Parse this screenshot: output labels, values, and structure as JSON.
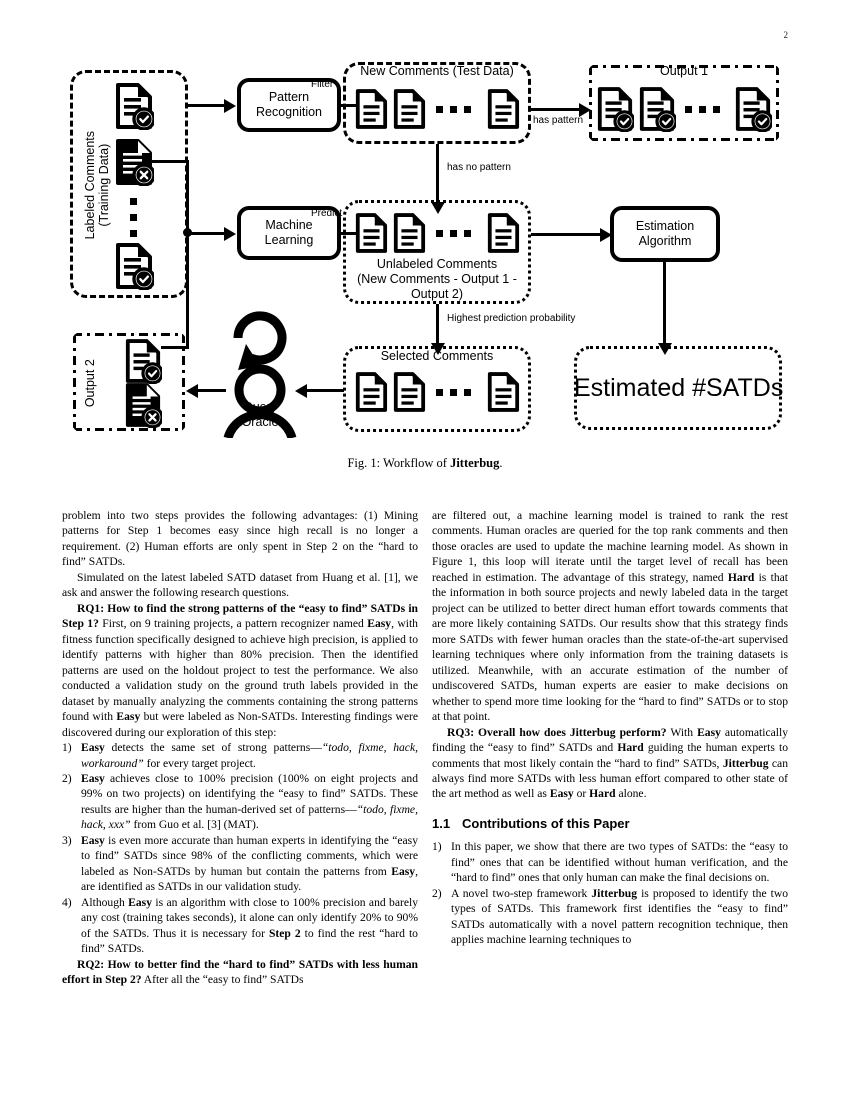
{
  "page": {
    "number": "2"
  },
  "figure": {
    "caption_prefix": "Fig. 1: Workflow of ",
    "caption_bold": "Jitterbug",
    "caption_suffix": ".",
    "groups": {
      "labeled_comments": "Labeled Comments\n(Training Data)",
      "labeled_comments_line1": "Labeled Comments",
      "labeled_comments_line2": "(Training Data)",
      "new_comments": "New Comments (Test Data)",
      "output1": "Output 1",
      "output2": "Output 2",
      "unlabeled_line1": "Unlabeled Comments",
      "unlabeled_line2": "(New Comments - Output 1 -",
      "unlabeled_line3": "Output 2)",
      "selected_comments": "Selected Comments",
      "estimated_satds": "Estimated #SATDs"
    },
    "nodes": {
      "pattern_recognition_line1": "Pattern",
      "pattern_recognition_line2": "Recognition",
      "machine_learning_line1": "Machine",
      "machine_learning_line2": "Learning",
      "estimation_line1": "Estimation",
      "estimation_line2": "Algorithm",
      "query_oracle_line1": "Query",
      "query_oracle_line2": "Oracle"
    },
    "edges": {
      "filter": "Filter",
      "predict": "Predict",
      "has_pattern": "has pattern",
      "has_no_pattern": "has no pattern",
      "highest_prediction": "Highest prediction probability"
    }
  },
  "left_column": {
    "p1": {
      "t1": "problem into two steps provides the following advantages: (1) Mining patterns for Step 1 becomes easy since high recall is no longer a requirement. (2) Human efforts are only spent in Step 2 on the “hard to find” SATDs."
    },
    "p2": {
      "t1": "Simulated on the latest labeled SATD dataset from Huang et al. [1], we ask and answer the following research questions."
    },
    "p3": {
      "b1": "RQ1: How to find the strong patterns of the “easy to find” SATDs in Step 1?",
      "t1": " First, on 9 training projects, a pattern recognizer named ",
      "b2": "Easy",
      "t2": ", with fitness function specifically designed to achieve high precision, is applied to identify patterns with higher than 80% precision. Then the identified patterns are used on the holdout project to test the performance. We also conducted a validation study on the ground truth labels provided in the dataset by manually analyzing the comments containing the strong patterns found with ",
      "b3": "Easy",
      "t3": " but were labeled as Non-SATDs. Interesting findings were discovered during our exploration of this step:"
    },
    "list": [
      {
        "marker": "1)",
        "b1": "Easy",
        "t1": " detects the same set of strong patterns—",
        "i1": "“todo, fixme, hack, workaround”",
        "t2": " for every target project."
      },
      {
        "marker": "2)",
        "b1": "Easy",
        "t1": " achieves close to 100% precision (100% on eight projects and 99% on two projects) on identifying the “easy to find” SATDs. These results are higher than the human-derived set of patterns—",
        "i1": "“todo, fixme, hack, xxx”",
        "t2": " from Guo et al. [3] (MAT)."
      },
      {
        "marker": "3)",
        "b1": "Easy",
        "t1": " is even more accurate than human experts in identifying the “easy to find” SATDs since 98% of the conflicting comments, which were labeled as Non-SATDs by human but contain the patterns from ",
        "b2": "Easy",
        "t2": ", are identified as SATDs in our validation study."
      },
      {
        "marker": "4)",
        "t0": "Although ",
        "b1": "Easy",
        "t1": " is an algorithm with close to 100% precision and barely any cost (training takes seconds), it alone can only identify 20% to 90% of the SATDs. Thus it is necessary for ",
        "b2": "Step 2",
        "t2": " to find the rest “hard to find” SATDs."
      }
    ],
    "p4": {
      "b1": "RQ2: How to better find the “hard to find” SATDs with less human effort in Step 2?",
      "t1": " After all the “easy to find” SATDs"
    }
  },
  "right_column": {
    "p1": {
      "t1": "are filtered out, a machine learning model is trained to rank the rest comments. Human oracles are queried for the top rank comments and then those oracles are used to update the machine learning model. As shown in Figure 1, this loop will iterate until the target level of recall has been reached in estimation. The advantage of this strategy, named ",
      "b1": "Hard",
      "t2": " is that the information in both source projects and newly labeled data in the target project can be utilized to better direct human effort towards comments that are more likely containing SATDs. Our results show that this strategy finds more SATDs with fewer human oracles than the state-of-the-art supervised learning techniques where only information from the training datasets is utilized. Meanwhile, with an accurate estimation of the number of undiscovered SATDs, human experts are easier to make decisions on whether to spend more time looking for the “hard to find” SATDs or to stop at that point."
    },
    "p2": {
      "b1": "RQ3: Overall how does Jitterbug perform?",
      "t1": " With ",
      "b2": "Easy",
      "t2": " automatically finding the “easy to find” SATDs and ",
      "b3": "Hard",
      "t3": " guiding the human experts to comments that most likely contain the “hard to find” SATDs, ",
      "b4": "Jitterbug",
      "t4": " can always find more SATDs with less human effort compared to other state of the art method as well as ",
      "b5": "Easy",
      "t5": " or ",
      "b6": "Hard",
      "t6": " alone."
    },
    "section": {
      "number": "1.1",
      "title": "Contributions of this Paper"
    },
    "list": [
      {
        "marker": "1)",
        "t1": "In this paper, we show that there are two types of SATDs: the “easy to find” ones that can be identified without human verification, and the “hard to find” ones that only human can make the final decisions on."
      },
      {
        "marker": "2)",
        "t0": "A novel two-step framework ",
        "b1": "Jitterbug",
        "t1": " is proposed to identify the two types of SATDs. This framework first identifies the “easy to find” SATDs automatically with a novel pattern recognition technique, then applies machine learning techniques to"
      }
    ]
  }
}
